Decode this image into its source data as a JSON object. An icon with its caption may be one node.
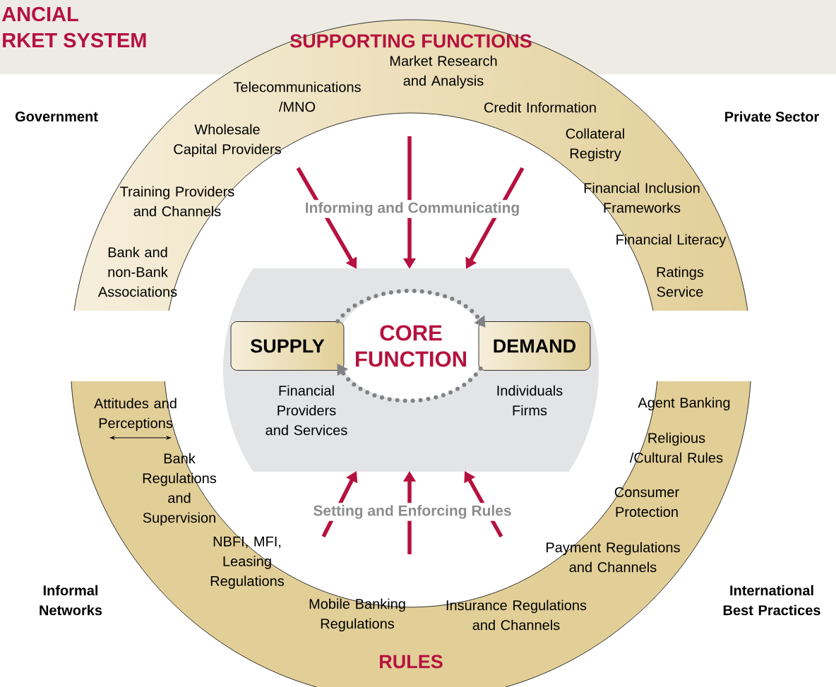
{
  "diagram": {
    "nodes": [
      {
        "text": [
          "SUPPORTING FUNCTIONS"
        ]
      },
      {
        "text": [],
        "shape": "circle"
      },
      {
        "text": [
          "SUPPLY"
        ],
        "in": 1
      },
      {
        "text": [
          "CORE FUNCTION"
        ],
        "in": 1
      },
      {
        "text": [
          "DEMAND"
        ],
        "in": 1
      },
      {
        "text": [
          "RULES"
        ]
      }
    ],
    "edges": [
      {
        "from": null,
        "to": 1,
        "arrow": "to"
      },
      {
        "from": null,
        "to": 1,
        "arrow": "to",
        "label": "Informing and Communicating"
      },
      {
        "from": null,
        "to": 1,
        "arrow": "to"
      },
      {
        "from": null,
        "to": 1,
        "arrow": "to"
      },
      {
        "from": null,
        "to": 1,
        "arrow": "to",
        "label": "Setting and Enforcing Rules"
      },
      {
        "from": null,
        "to": 1,
        "arrow": "to"
      },
      {
        "from": 2,
        "to": 4,
        "arrow": "to",
        "style": "dashed",
        "color": "#808285"
      },
      {
        "from": 4,
        "to": 2,
        "arrow": "to",
        "style": "dashed",
        "color": "#808285"
      }
    ],
    "labels": [
      "ANCIAL",
      "RKET SYSTEM",
      "Government",
      "Telecommunications /MNO",
      "Market Research and Analysis",
      "Credit Information",
      "Private Sector",
      "Wholesale Capital Providers",
      "Collateral Registry",
      "Training Providers and Channels",
      "Financial Inclusion Frameworks",
      "Financial Literacy",
      "Bank and non-Bank Associations",
      "Ratings Service",
      "Financial Providers and Services",
      "Individuals Firms",
      "Attitudes and Perceptions",
      "Agent Banking",
      "Bank Regulations and Supervision",
      "Religious /Cultural Rules",
      "Consumer Protection",
      "NBFI, MFI, Leasing Regulations",
      "Payment Regulations and Channels",
      "Informal Networks",
      "International Best Practices",
      "Mobile Banking Regulations",
      "Insurance Regulations and Channels"
    ]
  }
}
